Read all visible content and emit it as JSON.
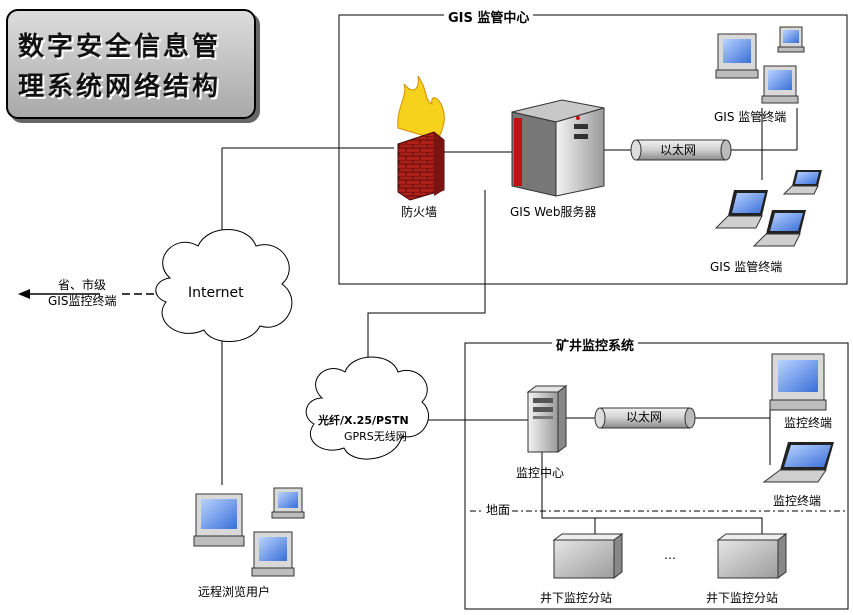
{
  "title": {
    "line1": "数字安全信息管",
    "line2": "理系统网络结构"
  },
  "gis_center": {
    "title": "GIS 监管中心",
    "firewall_label": "防火墙",
    "server_label": "GIS Web服务器",
    "ethernet_label": "以太网",
    "terminals_top_label": "GIS 监管终端",
    "terminals_bottom_label": "GIS  监管终端"
  },
  "internet": {
    "label": "Internet",
    "remote_line1": "省、市级",
    "remote_line2": "GIS监控终端",
    "remote_users_label": "远程浏览用户"
  },
  "network_cloud": {
    "line1": "光纤/X.25/PSTN",
    "line2": "GPRS无线网"
  },
  "mine": {
    "title": "矿井监控系统",
    "center_label": "监控中心",
    "ethernet_label": "以太网",
    "terminal1_label": "监控终端",
    "terminal2_label": "监控终端",
    "ground_label": "地面",
    "ellipsis": "…",
    "substation1_label": "井下监控分站",
    "substation2_label": "井下监控分站"
  }
}
